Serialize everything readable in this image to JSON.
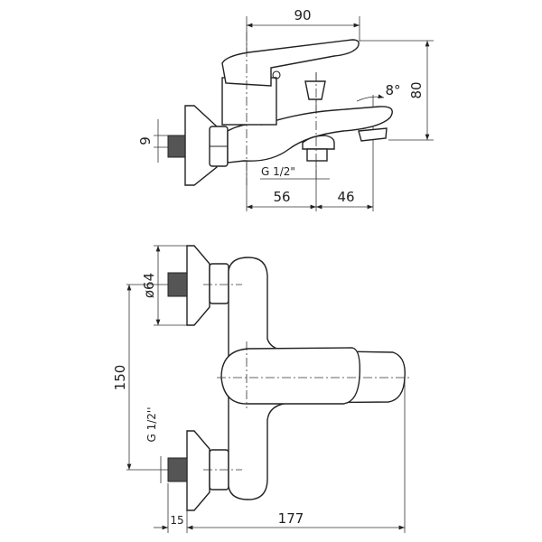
{
  "side_view": {
    "dim_width": "90",
    "dim_height": "80",
    "dim_thread": "9",
    "angle": "8°",
    "outlet_thread": "G 1/2\"",
    "dim_left": "56",
    "dim_right": "46"
  },
  "top_view": {
    "flange_diameter": "ø64",
    "dim_centers": "150",
    "inlet_thread": "G 1/2''",
    "dim_thread_len": "15",
    "dim_depth": "177"
  },
  "colors": {
    "line": "#222222",
    "background": "#ffffff"
  }
}
